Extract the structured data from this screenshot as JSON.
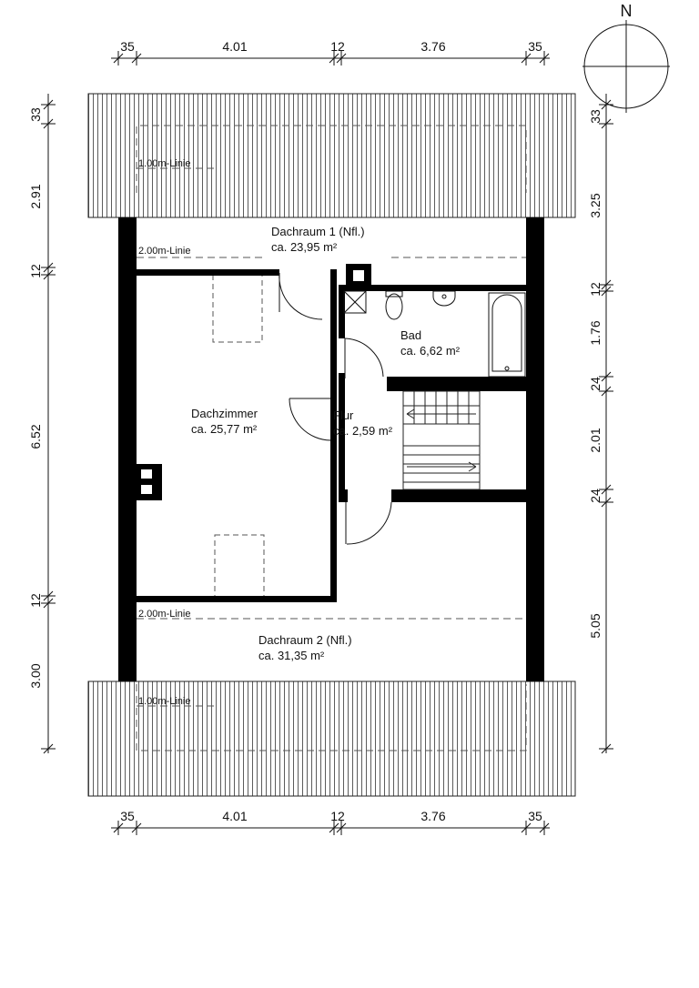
{
  "compass": {
    "label": "N"
  },
  "dimensions": {
    "top": [
      "35",
      "4.01",
      "12",
      "3.76",
      "35"
    ],
    "bottom": [
      "35",
      "4.01",
      "12",
      "3.76",
      "35"
    ],
    "left": [
      "33",
      "2.91",
      "12",
      "6.52",
      "12",
      "3.00"
    ],
    "right": [
      "33",
      "3.25",
      "12",
      "1.76",
      "24",
      "2.01",
      "24",
      "5.05"
    ]
  },
  "rooms": {
    "dachraum1": {
      "name": "Dachraum 1 (Nfl.)",
      "area": "ca. 23,95 m²"
    },
    "bad": {
      "name": "Bad",
      "area": "ca. 6,62 m²"
    },
    "dachzimmer": {
      "name": "Dachzimmer",
      "area": "ca. 25,77 m²"
    },
    "flur": {
      "name": "Flur",
      "area": "ca. 2,59 m²"
    },
    "dachraum2": {
      "name": "Dachraum 2 (Nfl.)",
      "area": "ca. 31,35 m²"
    }
  },
  "height_lines": {
    "top_1m": "1.00m-Linie",
    "top_2m": "2.00m-Linie",
    "bottom_2m": "2.00m-Linie",
    "bottom_1m": "1.00m-Linie"
  }
}
